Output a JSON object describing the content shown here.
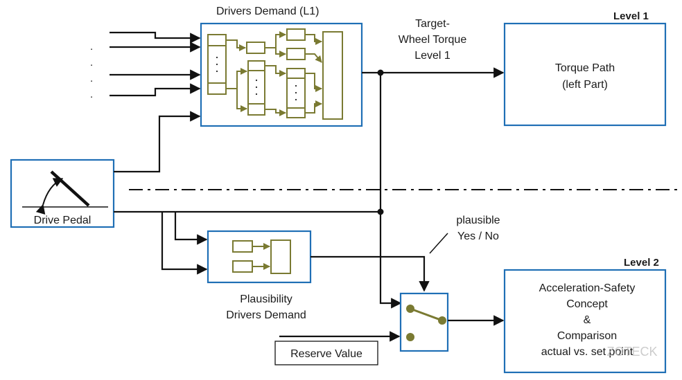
{
  "levels": {
    "level1": "Level 1",
    "level2": "Level 2"
  },
  "drivers_demand": {
    "title": "Drivers Demand (L1)",
    "ellipsis": ". . ."
  },
  "target_wheel_torque": {
    "line1": "Target-",
    "line2": "Wheel Torque",
    "line3": "Level 1"
  },
  "torque_path": {
    "line1": "Torque Path",
    "line2": "(left Part)"
  },
  "drive_pedal": {
    "label": "Drive Pedal"
  },
  "input_dots": {
    "d1": ".",
    "d2": ".",
    "d3": ".",
    "d4": "."
  },
  "plausibility": {
    "line1": "Plausibility",
    "line2": "Drivers Demand"
  },
  "plausible_label": {
    "line1": "plausible",
    "line2": "Yes / No"
  },
  "acceleration_safety": {
    "line1": "Acceleration-Safety",
    "line2": "Concept",
    "line3": "&",
    "line4": "Comparison",
    "line5": "actual vs. set point"
  },
  "reserve_value": {
    "label": "Reserve Value"
  },
  "watermark": {
    "text": "ZOTECK"
  },
  "colors": {
    "frame_blue": "#1f6fb5",
    "olive": "#7a7a32",
    "line": "#111111"
  }
}
